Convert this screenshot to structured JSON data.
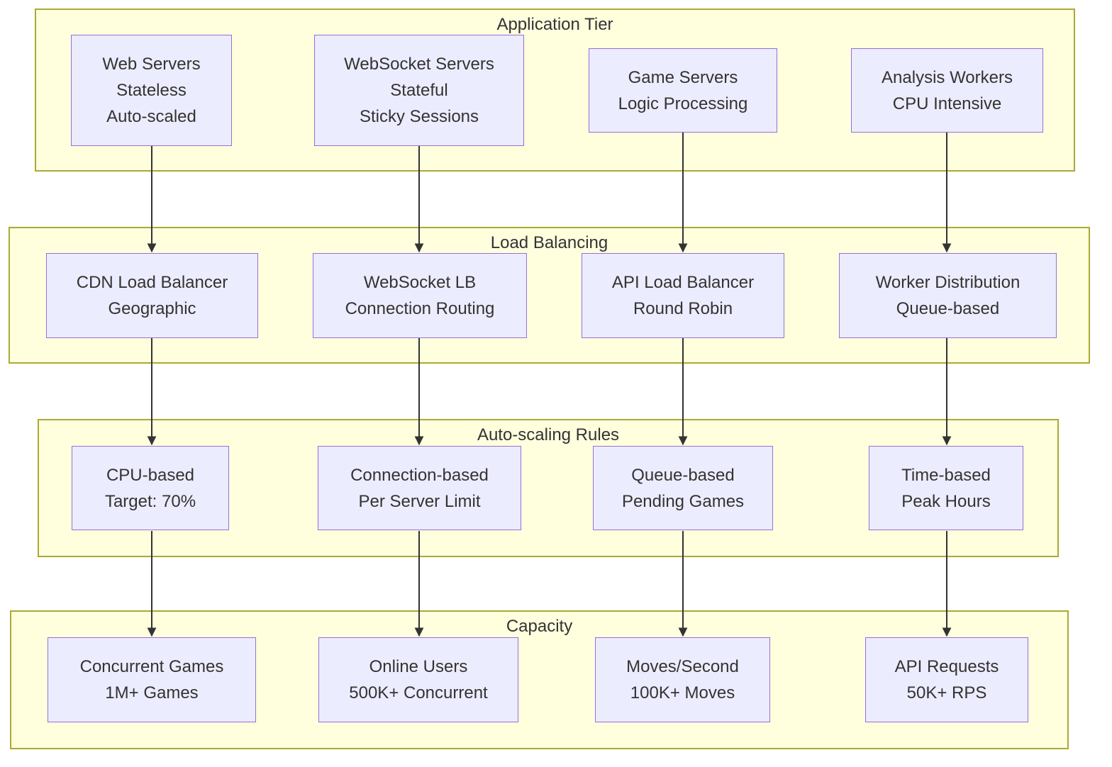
{
  "diagram": {
    "type": "flowchart",
    "colors": {
      "background": "#ffffff",
      "tier_fill": "#ffffde",
      "tier_border": "#aaaa33",
      "node_fill": "#ececff",
      "node_border": "#9370db",
      "text": "#333333",
      "arrow": "#333333"
    },
    "tiers": [
      {
        "title": "Application Tier",
        "nodes": [
          {
            "lines": [
              "Web Servers",
              "Stateless",
              "Auto-scaled"
            ]
          },
          {
            "lines": [
              "WebSocket Servers",
              "Stateful",
              "Sticky Sessions"
            ]
          },
          {
            "lines": [
              "Game Servers",
              "Logic Processing"
            ]
          },
          {
            "lines": [
              "Analysis Workers",
              "CPU Intensive"
            ]
          }
        ]
      },
      {
        "title": "Load Balancing",
        "nodes": [
          {
            "lines": [
              "CDN Load Balancer",
              "Geographic"
            ]
          },
          {
            "lines": [
              "WebSocket LB",
              "Connection Routing"
            ]
          },
          {
            "lines": [
              "API Load Balancer",
              "Round Robin"
            ]
          },
          {
            "lines": [
              "Worker Distribution",
              "Queue-based"
            ]
          }
        ]
      },
      {
        "title": "Auto-scaling Rules",
        "nodes": [
          {
            "lines": [
              "CPU-based",
              "Target: 70%"
            ]
          },
          {
            "lines": [
              "Connection-based",
              "Per Server Limit"
            ]
          },
          {
            "lines": [
              "Queue-based",
              "Pending Games"
            ]
          },
          {
            "lines": [
              "Time-based",
              "Peak Hours"
            ]
          }
        ]
      },
      {
        "title": "Capacity",
        "nodes": [
          {
            "lines": [
              "Concurrent Games",
              "1M+ Games"
            ]
          },
          {
            "lines": [
              "Online Users",
              "500K+ Concurrent"
            ]
          },
          {
            "lines": [
              "Moves/Second",
              "100K+ Moves"
            ]
          },
          {
            "lines": [
              "API Requests",
              "50K+ RPS"
            ]
          }
        ]
      }
    ]
  }
}
